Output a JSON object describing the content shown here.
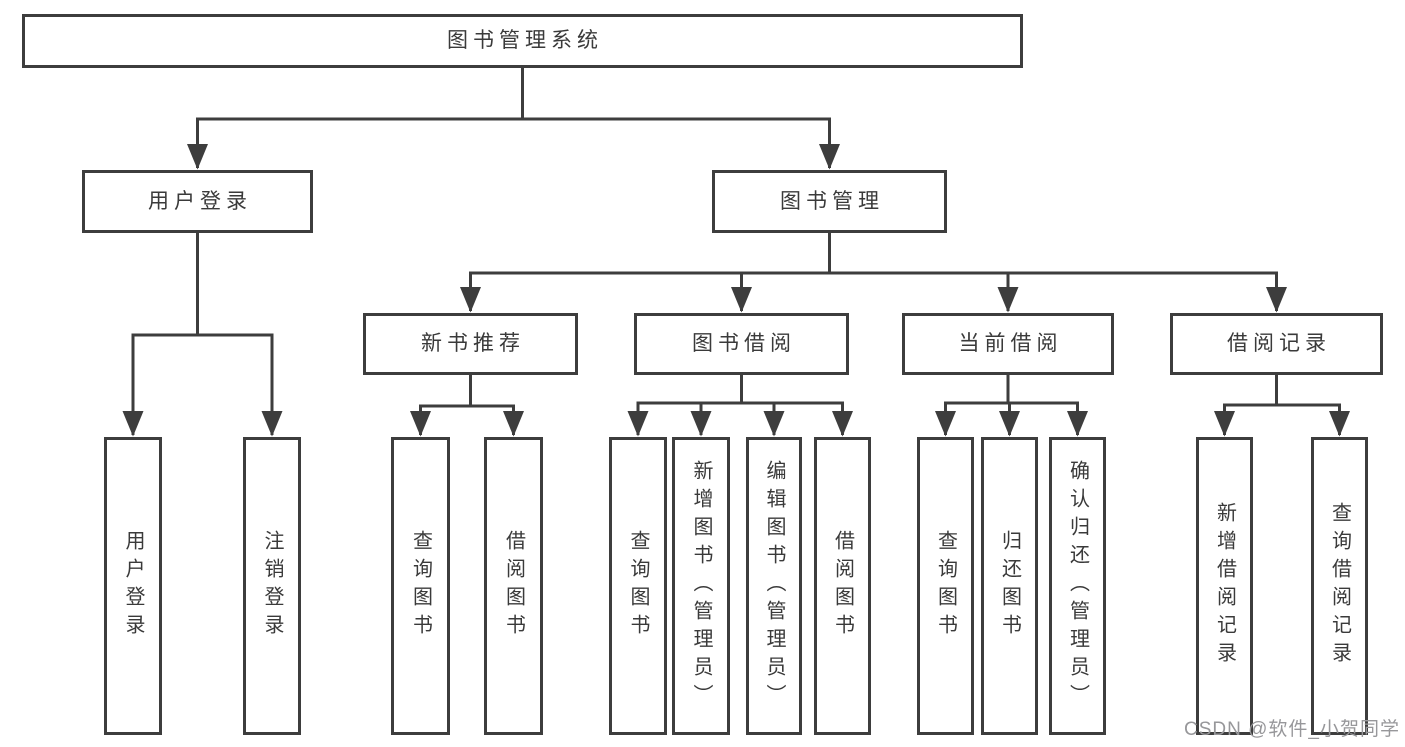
{
  "diagram": {
    "tree": {
      "root": {
        "label": "图书管理系统"
      },
      "level2": [
        {
          "label": "用户登录"
        },
        {
          "label": "图书管理"
        }
      ],
      "level3": [
        {
          "label": "新书推荐",
          "parent": "图书管理"
        },
        {
          "label": "图书借阅",
          "parent": "图书管理"
        },
        {
          "label": "当前借阅",
          "parent": "图书管理"
        },
        {
          "label": "借阅记录",
          "parent": "图书管理"
        }
      ],
      "leaves": [
        {
          "label": "用户登录",
          "parent": "用户登录"
        },
        {
          "label": "注销登录",
          "parent": "用户登录"
        },
        {
          "label": "查询图书",
          "parent": "新书推荐"
        },
        {
          "label": "借阅图书",
          "parent": "新书推荐"
        },
        {
          "label": "查询图书",
          "parent": "图书借阅"
        },
        {
          "label": "新增图书（管理员）",
          "parent": "图书借阅"
        },
        {
          "label": "编辑图书（管理员）",
          "parent": "图书借阅"
        },
        {
          "label": "借阅图书",
          "parent": "图书借阅"
        },
        {
          "label": "查询图书",
          "parent": "当前借阅"
        },
        {
          "label": "归还图书",
          "parent": "当前借阅"
        },
        {
          "label": "确认归还（管理员）",
          "parent": "当前借阅"
        },
        {
          "label": "新增借阅记录",
          "parent": "借阅记录"
        },
        {
          "label": "查询借阅记录",
          "parent": "借阅记录"
        }
      ]
    },
    "colors": {
      "line": "#3d3d3d",
      "text": "#3a3a3a",
      "background": "#ffffff",
      "watermark": "#97979a"
    }
  },
  "watermark": {
    "text": "CSDN @软件_小贺同学"
  }
}
